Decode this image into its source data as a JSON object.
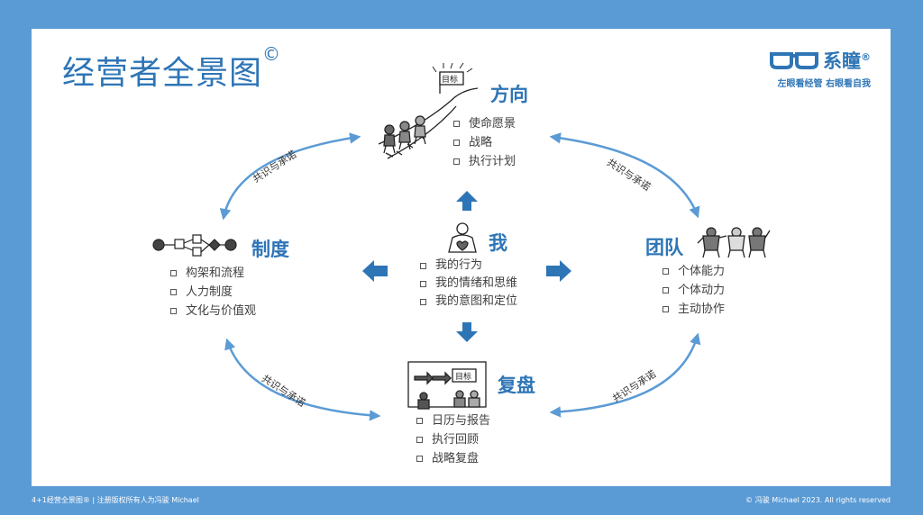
{
  "title": "经营者全景图",
  "title_mark": "©",
  "logo": {
    "brand": "系瞳",
    "registered": "®",
    "slogan": "左眼看经管 右眼看自我"
  },
  "arc_label": "共识与承诺",
  "nodes": {
    "top": {
      "title": "方向",
      "sketch_text": "目标",
      "items": [
        "使命愿景",
        "战略",
        "执行计划"
      ]
    },
    "left": {
      "title": "制度",
      "items": [
        "构架和流程",
        "人力制度",
        "文化与价值观"
      ]
    },
    "center": {
      "title": "我",
      "items": [
        "我的行为",
        "我的情绪和思维",
        "我的意图和定位"
      ]
    },
    "right": {
      "title": "团队",
      "items": [
        "个体能力",
        "个体动力",
        "主动协作"
      ]
    },
    "bottom": {
      "title": "复盘",
      "sketch_text": "目标",
      "items": [
        "日历与报告",
        "执行回顾",
        "战略复盘"
      ]
    }
  },
  "footer": {
    "left": "4+1经营全景图® | 注册版权所有人为冯骏 Michael",
    "right": "© 冯骏 Michael 2023. All rights reserved"
  },
  "colors": {
    "frame": "#5b9bd5",
    "accent": "#2e75b6",
    "arrow": "#5b9bd5",
    "text": "#404040"
  }
}
